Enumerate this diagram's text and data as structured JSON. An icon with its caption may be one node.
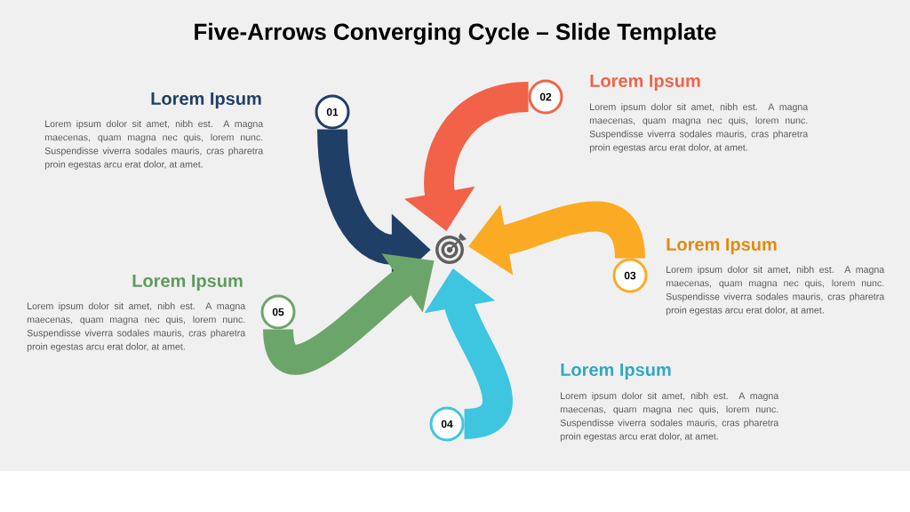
{
  "diagram": {
    "title": "Five-Arrows Converging Cycle – Slide Template",
    "nodes": [
      {
        "text": [
          "01"
        ],
        "beside": [
          "Lorem Ipsum",
          "Lorem ipsum dolor sit amet, nibh est. A magna maecenas, quam magna nec quis, lorem nunc. Suspendisse viverra sodales mauris, cras pharetra proin egestas arcu erat dolor, at amet."
        ]
      },
      {
        "text": [
          "02"
        ],
        "beside": [
          "Lorem Ipsum",
          "Lorem ipsum dolor sit amet, nibh est. A magna maecenas, quam magna nec quis, lorem nunc. Suspendisse viverra sodales mauris, cras pharetra proin egestas arcu erat dolor, at amet."
        ]
      },
      {
        "text": [
          "03"
        ],
        "beside": [
          "Lorem Ipsum",
          "Lorem ipsum dolor sit amet, nibh est. A magna maecenas, quam magna nec quis, lorem nunc. Suspendisse viverra sodales mauris, cras pharetra proin egestas arcu erat dolor, at amet."
        ]
      },
      {
        "text": [
          "04"
        ],
        "beside": [
          "Lorem Ipsum",
          "Lorem ipsum dolor sit amet, nibh est. A magna maecenas, quam magna nec quis, lorem nunc. Suspendisse viverra sodales mauris, cras pharetra proin egestas arcu erat dolor, at amet."
        ]
      },
      {
        "text": [
          "05"
        ],
        "beside": [
          "Lorem Ipsum",
          "Lorem ipsum dolor sit amet, nibh est. A magna maecenas, quam magna nec quis, lorem nunc. Suspendisse viverra sodales mauris, cras pharetra proin egestas arcu erat dolor, at amet."
        ]
      },
      {
        "text": [],
        "shape": "target"
      }
    ],
    "edges": [
      {
        "from": 0,
        "to": 5,
        "arrow": "to",
        "color": "#203f66"
      },
      {
        "from": 1,
        "to": 5,
        "arrow": "to",
        "color": "#f26248"
      },
      {
        "from": 2,
        "to": 5,
        "arrow": "to",
        "color": "#fbab23"
      },
      {
        "from": 3,
        "to": 5,
        "arrow": "to",
        "color": "#3ec6e0"
      },
      {
        "from": 4,
        "to": 5,
        "arrow": "to",
        "color": "#6ca56a"
      }
    ]
  }
}
